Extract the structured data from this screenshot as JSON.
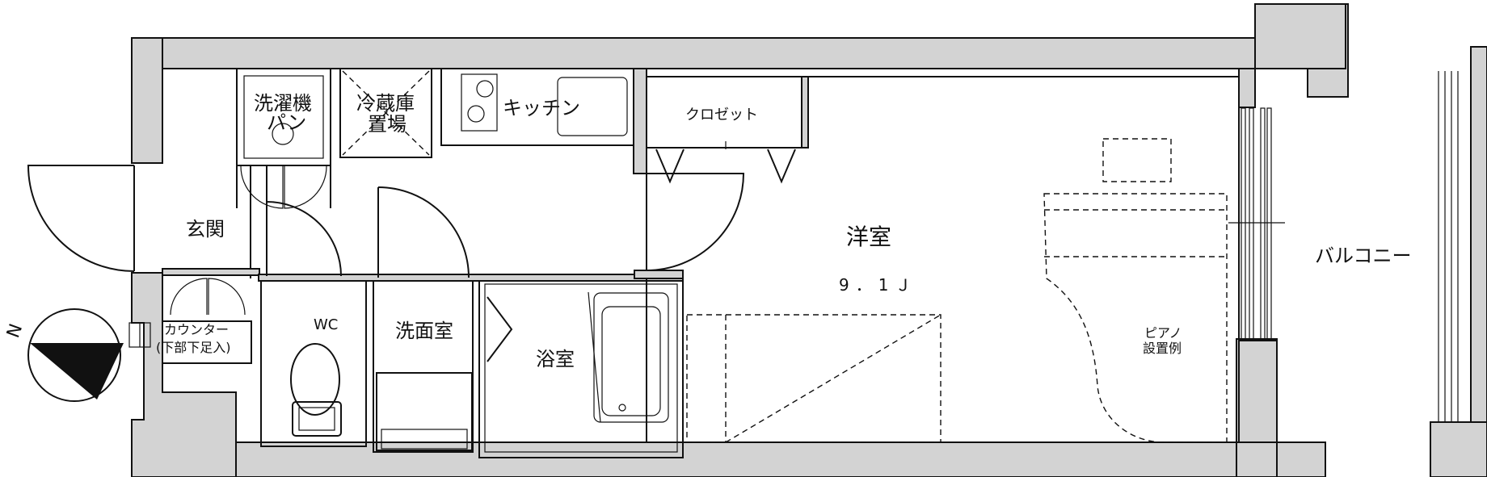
{
  "rooms": {
    "entrance": "玄関",
    "washer": {
      "line1": "洗濯機",
      "line2": "パン"
    },
    "fridge": {
      "line1": "冷蔵庫",
      "line2": "置場"
    },
    "kitchen": "キッチン",
    "closet": "クロゼット",
    "western_room": "洋室",
    "western_room_size": "9．1Ｊ",
    "wc": "WC",
    "washroom": "洗面室",
    "bathroom": "浴室",
    "balcony": "バルコニー",
    "counter": {
      "line1": "カウンター",
      "line2": "(下部下足入)"
    },
    "piano": {
      "line1": "ピアノ",
      "line2": "設置例"
    }
  },
  "compass": {
    "label": "N"
  }
}
